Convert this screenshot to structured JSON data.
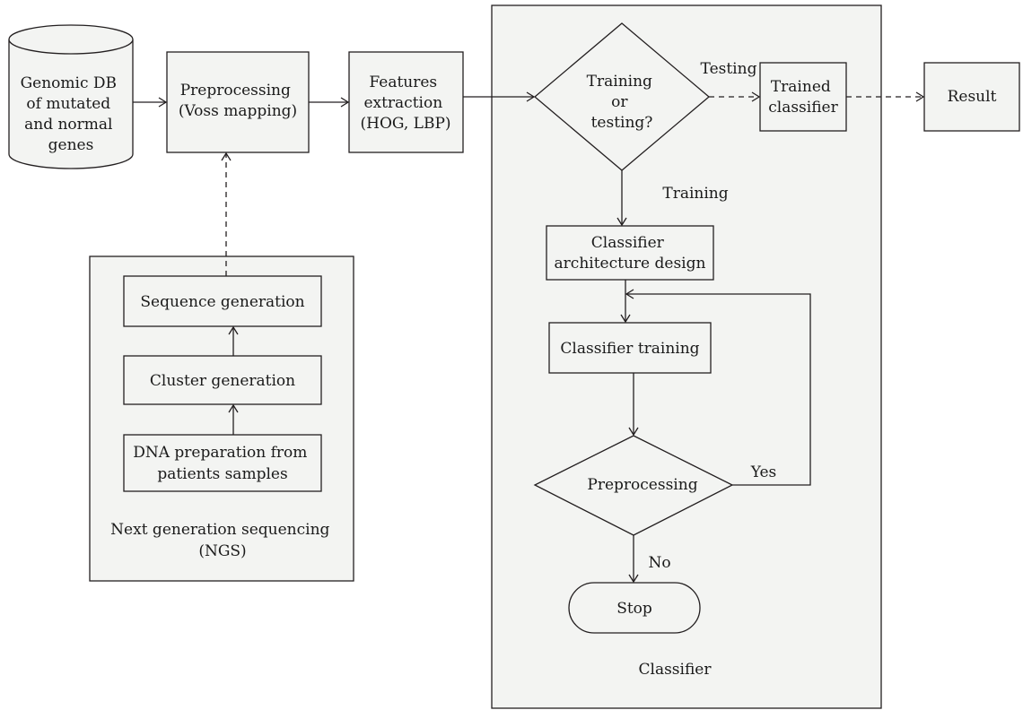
{
  "nodes": {
    "genomic_db": [
      "Genomic DB",
      "of mutated",
      "and normal",
      "genes"
    ],
    "preprocessing": [
      "Preprocessing",
      "(Voss mapping)"
    ],
    "features": [
      "Features",
      "extraction",
      "(HOG, LBP)"
    ],
    "decision": [
      "Training",
      "or",
      "testing?"
    ],
    "trained_classifier": [
      "Trained",
      "classifier"
    ],
    "result": [
      "Result"
    ],
    "arch_design": [
      "Classifier",
      "architecture design"
    ],
    "classifier_training": [
      "Classifier training"
    ],
    "preprocessing_decision": [
      "Preprocessing"
    ],
    "stop": [
      "Stop"
    ],
    "sequence_generation": [
      "Sequence generation"
    ],
    "cluster_generation": [
      "Cluster generation"
    ],
    "dna_preparation": [
      "DNA preparation from",
      "patients samples"
    ]
  },
  "groups": {
    "ngs": [
      "Next generation sequencing",
      "(NGS)"
    ],
    "classifier": [
      "Classifier"
    ]
  },
  "edge_labels": {
    "testing": "Testing",
    "training": "Training",
    "yes": "Yes",
    "no": "No"
  }
}
